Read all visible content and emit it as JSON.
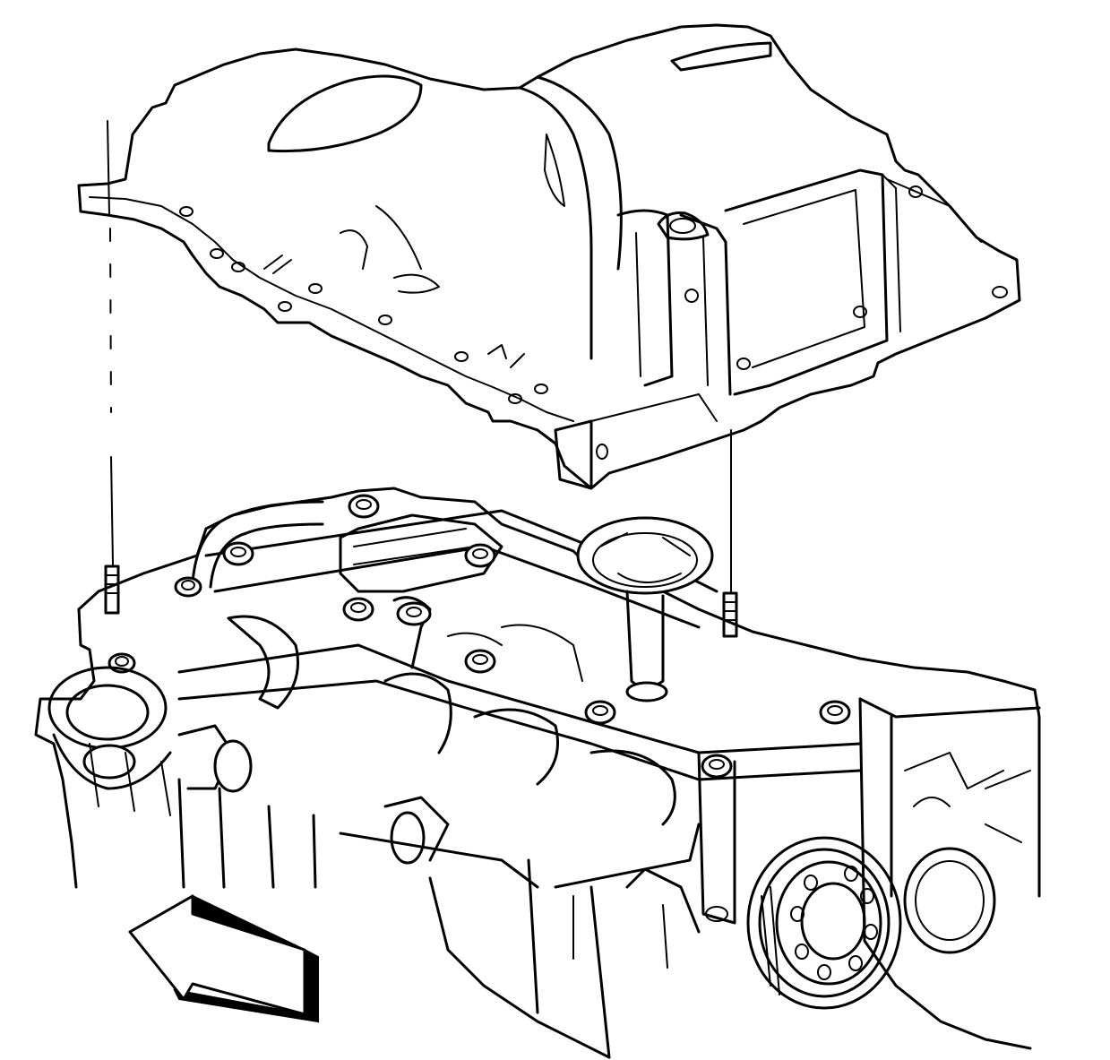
{
  "diagram": {
    "kind": "exploded-view",
    "parts": [
      {
        "name": "oil-pan",
        "icon": "oil-pan-icon"
      },
      {
        "name": "oil-pump-pickup-screen",
        "icon": "pickup-screen-icon"
      },
      {
        "name": "engine-block-underside",
        "icon": "engine-block-icon"
      },
      {
        "name": "crankshaft-pulley-hub",
        "icon": "pulley-icon"
      },
      {
        "name": "alignment-stud-left",
        "icon": "stud-icon"
      },
      {
        "name": "alignment-stud-right",
        "icon": "stud-icon"
      }
    ],
    "direction_indicator": {
      "icon": "front-arrow-icon",
      "points": "left"
    },
    "colors": {
      "line": "#000000",
      "background": "#ffffff"
    }
  }
}
